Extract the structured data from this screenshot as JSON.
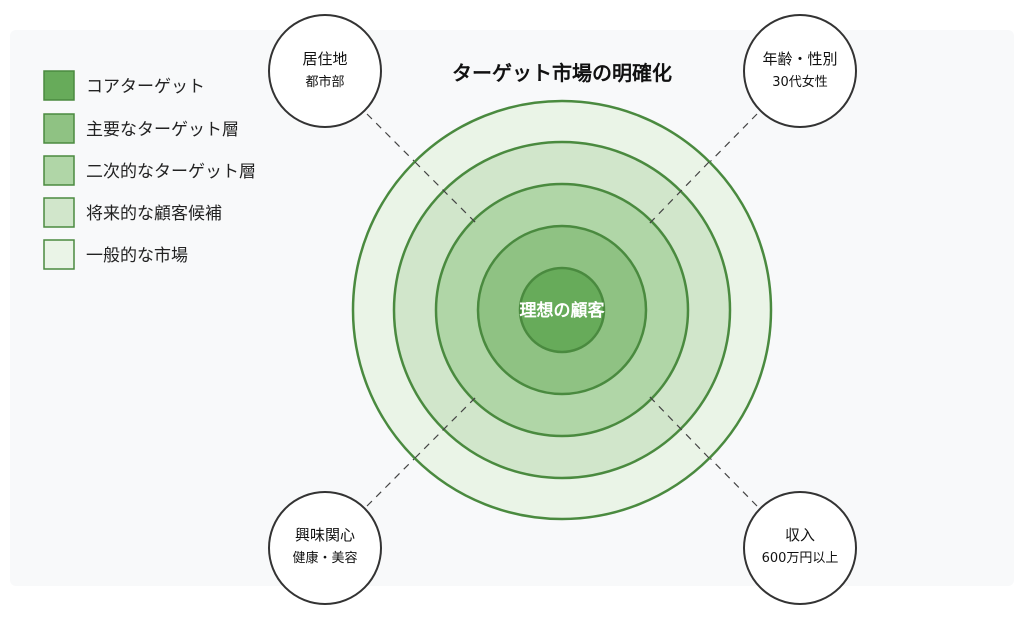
{
  "title": "ターゲット市場の明確化",
  "center_label": "理想の顧客",
  "legend": [
    {
      "label": "コアターゲット",
      "color": "#67ab5a"
    },
    {
      "label": "主要なターゲット層",
      "color": "#8fc283"
    },
    {
      "label": "二次的なターゲット層",
      "color": "#b0d6a7"
    },
    {
      "label": "将来的な顧客候補",
      "color": "#d1e6cb"
    },
    {
      "label": "一般的な市場",
      "color": "#eaf4e7"
    }
  ],
  "callouts": {
    "top_left": {
      "title": "居住地",
      "sub": "都市部"
    },
    "top_right": {
      "title": "年齢・性別",
      "sub": "30代女性"
    },
    "bottom_left": {
      "title": "興味関心",
      "sub": "健康・美容"
    },
    "bottom_right": {
      "title": "収入",
      "sub": "600万円以上"
    }
  },
  "colors": {
    "ring_stroke": "#4a8a3f",
    "panel_background": "#f8f9fa"
  }
}
